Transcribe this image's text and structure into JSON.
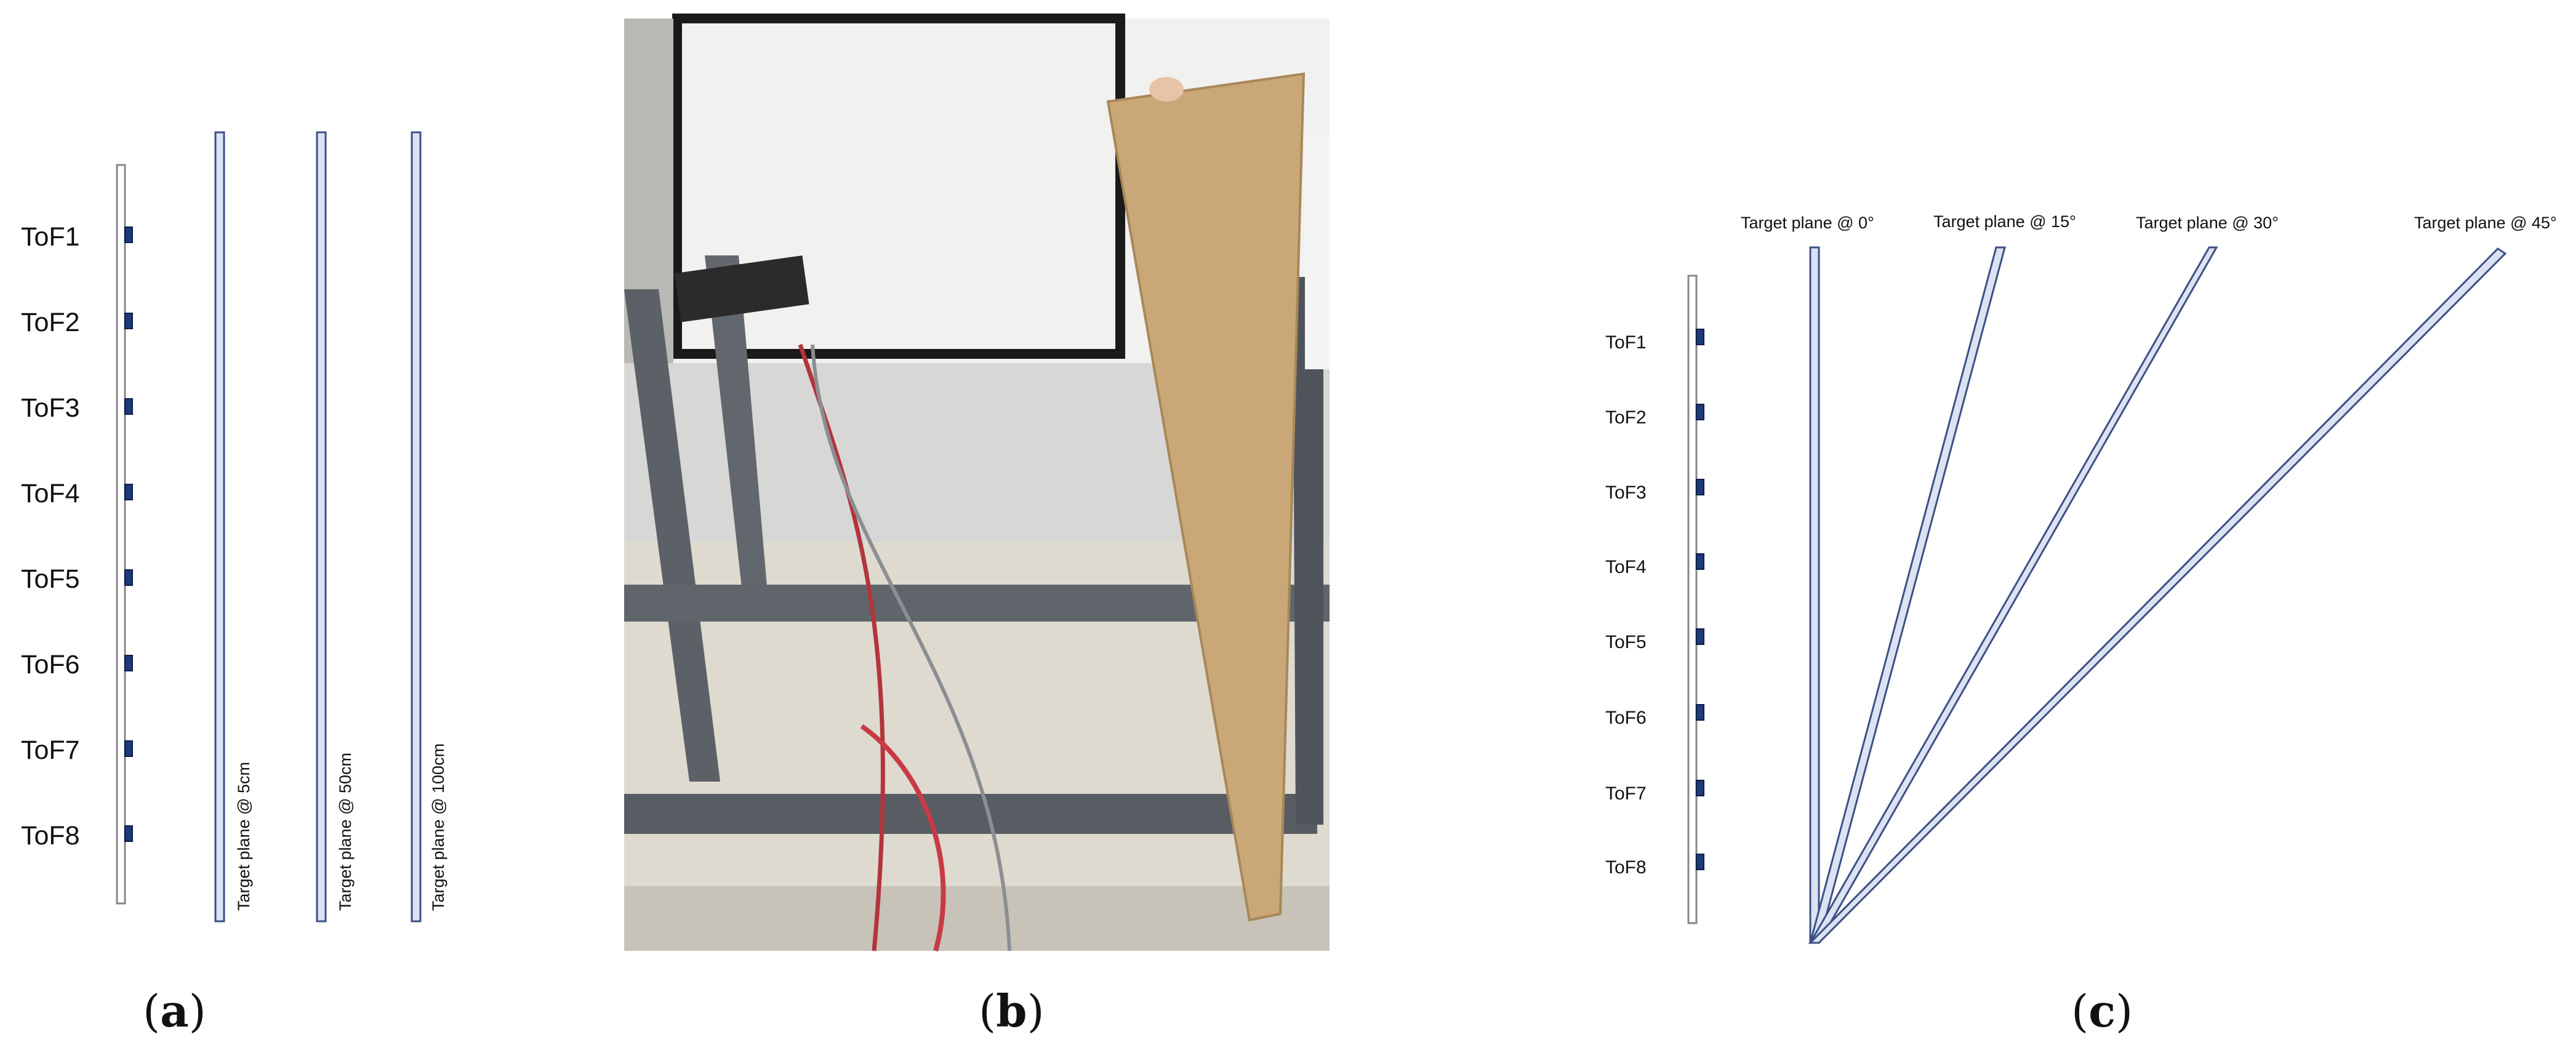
{
  "panel_a": {
    "caption_open": "(",
    "caption_letter": "a",
    "caption_close": ")",
    "sensors": [
      "ToF1",
      "ToF2",
      "ToF3",
      "ToF4",
      "ToF5",
      "ToF6",
      "ToF7",
      "ToF8"
    ],
    "planes": [
      "Target plane @ 5cm",
      "Target plane @ 50cm",
      "Target plane @ 100cm"
    ]
  },
  "panel_b": {
    "caption_open": "(",
    "caption_letter": "b",
    "caption_close": ")"
  },
  "panel_c": {
    "caption_open": "(",
    "caption_letter": "c",
    "caption_close": ")",
    "sensors": [
      "ToF1",
      "ToF2",
      "ToF3",
      "ToF4",
      "ToF5",
      "ToF6",
      "ToF7",
      "ToF8"
    ],
    "planes": [
      "Target plane @ 0°",
      "Target plane @ 15°",
      "Target plane @ 30°",
      "Target plane @ 45°"
    ]
  },
  "colors": {
    "plane_fill": "#dbe3f2",
    "plane_stroke": "#3d4f86",
    "sensor_fill": "#1f3a7a",
    "holder_stroke": "#888888",
    "board": "#c9a777",
    "frame": "#5c6167",
    "wall": "#ececea",
    "table": "#ddd9cf"
  }
}
